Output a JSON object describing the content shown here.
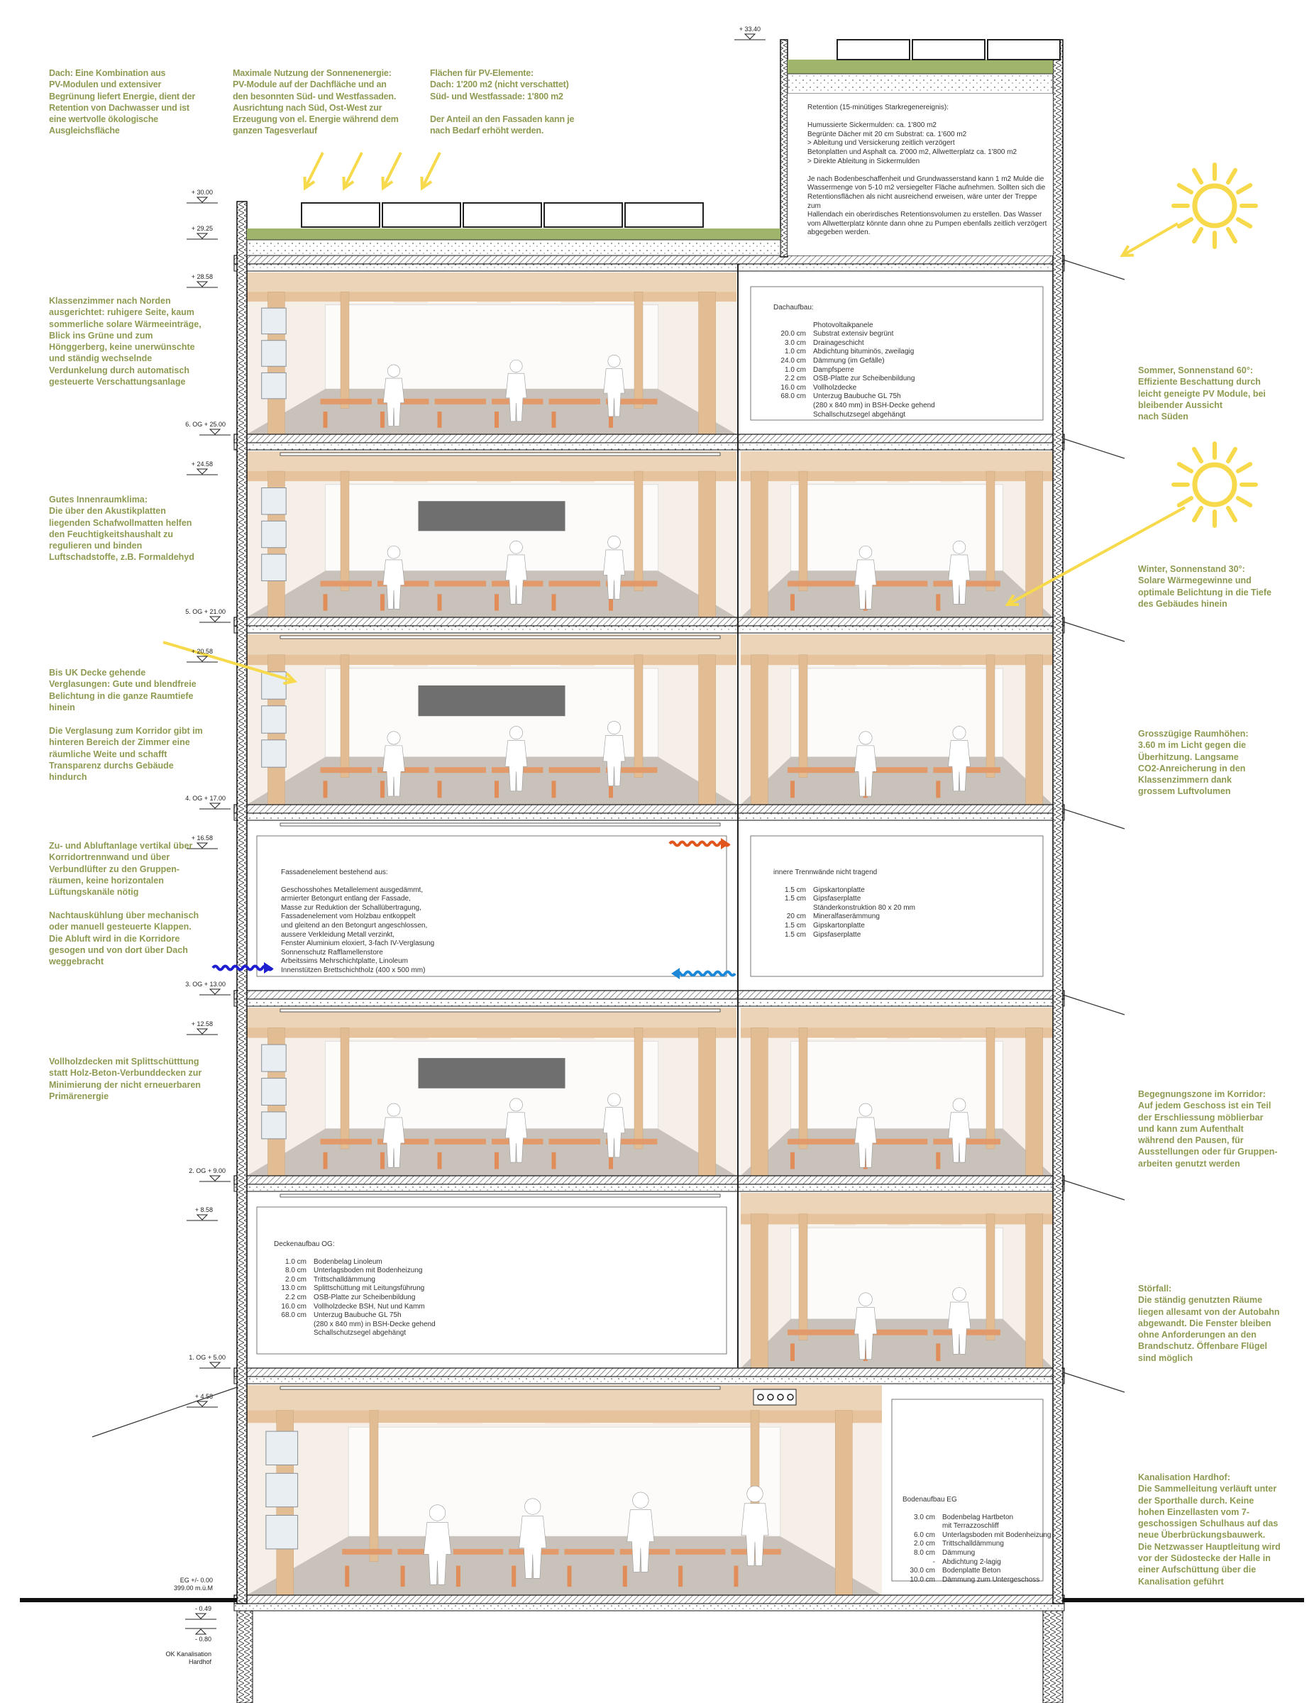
{
  "notes_top": [
    "Dach: Eine Kombination aus\nPV-Modulen und extensiver\nBegrünung liefert Energie, dient der\nRetention von Dachwasser und ist\neine wertvolle ökologische\nAusgleichsfläche",
    "Maximale Nutzung der Sonnenenergie:\nPV-Module auf der Dachfläche und an\nden besonnten Süd- und Westfassaden.\nAusrichtung nach Süd, Ost-West zur\nErzeugung von el. Energie während dem\nganzen Tagesverlauf",
    "Flächen für PV-Elemente:\nDach: 1'200 m2 (nicht verschattet)\nSüd- und Westfassade: 1'800 m2\n\nDer Anteil an den Fassaden kann je\nnach Bedarf erhöht werden."
  ],
  "notes_left": [
    "Klassenzimmer nach Norden\nausgerichtet: ruhigere Seite, kaum\nsommerliche solare Wärmeeinträge,\nBlick ins Grüne und zum\nHönggerberg, keine unerwünschte\nund ständig wechselnde\nVerdunkelung durch automatisch\ngesteuerte Verschattungsanlage",
    "Gutes Innenraumklima:\nDie über den Akustikplatten\nliegenden Schafwollmatten helfen\nden Feuchtigkeitshaushalt zu\nregulieren und binden\nLuftschadstoffe, z.B. Formaldehyd",
    "Bis UK Decke gehende\nVerglasungen: Gute und blendfreie\nBelichtung in die ganze Raumtiefe\nhinein",
    "Die Verglasung zum Korridor gibt im\nhinteren Bereich der Zimmer eine\nräumliche Weite und schafft\nTransparenz durchs Gebäude\nhindurch",
    "Zu- und Abluftanlage vertikal über\nKorridortrennwand und über\nVerbundlüfter zu den Gruppen-\nräumen, keine horizontalen\nLüftungskanäle nötig",
    "Nachtauskühlung über mechanisch\noder manuell gesteuerte Klappen.\nDie Abluft wird in die Korridore\ngesogen und von dort über Dach\nweggebracht",
    "Vollholzdecken mit Splittschütttung\nstatt Holz-Beton-Verbunddecken zur\nMinimierung der nicht erneuerbaren\nPrimärenergie"
  ],
  "notes_right": [
    "Sommer, Sonnenstand 60°:\nEffiziente Beschattung durch\nleicht geneigte PV Module, bei\nbleibender Aussicht\nnach Süden",
    "Winter, Sonnenstand 30°:\nSolare Wärmegewinne und\noptimale Belichtung in die Tiefe\ndes Gebäudes hinein",
    "Grosszügige Raumhöhen:\n3.60 m im Licht gegen die\nÜberhitzung. Langsame\nCO2-Anreicherung in den\nKlassenzimmern dank\ngrossem Luftvolumen",
    "Begegnungszone im Korridor:\nAuf jedem Geschoss ist ein Teil\nder Erschliessung möblierbar\nund kann zum Aufenthalt\nwährend den Pausen, für\nAusstellungen oder für Gruppen-\narbeiten genutzt werden",
    "Störfall:\nDie ständig genutzten Räume\nliegen allesamt von der Autobahn\nabgewandt. Die Fenster bleiben\nohne Anforderungen an den\nBrandschutz. Öffenbare Flügel\nsind möglich",
    "Kanalisation Hardhof:\nDie Sammelleitung verläuft unter\nder Sporthalle durch. Keine\nhohen Einzellasten vom 7-\ngeschossigen Schulhaus auf das\nneue Überbrückungsbauwerk.\nDie Netzwasser Hauptleitung wird\nvor der Südostecke der Halle in\neiner Aufschüttung über die\nKanalisation geführt"
  ],
  "levels": [
    "+ 33.40",
    "+ 30.00",
    "+ 29.25",
    "+ 28.58",
    "6. OG + 25.00",
    "+ 24.58",
    "5. OG + 21.00",
    "+ 20.58",
    "4. OG + 17.00",
    "+ 16.58",
    "3. OG + 13.00",
    "+ 12.58",
    "2. OG + 9.00",
    "+ 8.58",
    "1. OG + 5.00",
    "+ 4.58",
    "EG +/- 0.00\n399.00 m.ü.M",
    "- 0.49",
    "- 0.80",
    "OK Kanalisation\nHardhof"
  ],
  "retention": "Retention (15-minütiges Starkregenereignis):\n\nHumussierte Sickermulden: ca. 1'800 m2\nBegrünte Dächer mit 20 cm Substrat: ca. 1'600 m2\n> Ableitung und Versickerung zeitlich verzögert\nBetonplatten und Asphalt ca. 2'000 m2, Allwetterplatz ca. 1'800 m2\n> Direkte Ableitung in Sickermulden\n\nJe nach Bodenbeschaffenheit und Grundwasserstand kann 1 m2 Mulde die\nWassermenge von 5-10 m2 versiegelter Fläche aufnehmen. Sollten sich die\nRetentionsflächen als nicht ausreichend erweisen, wäre unter der Treppe zum\nHallendach ein oberirdisches Retentionsvolumen zu erstellen. Das Wasser\nvom Allwetterplatz könnte dann ohne zu Pumpen ebenfalls zeitlich verzögert\nabgegeben werden.",
  "dachaufbau": {
    "title": "Dachaufbau:",
    "rows": [
      [
        "",
        "Photovoltaikpanele"
      ],
      [
        "20.0 cm",
        "Substrat extensiv begrünt"
      ],
      [
        "3.0 cm",
        "Drainageschicht"
      ],
      [
        "1.0 cm",
        "Abdichtung bituminös, zweilagig"
      ],
      [
        "24.0 cm",
        "Dämmung (im Gefälle)"
      ],
      [
        "1.0 cm",
        "Dampfsperre"
      ],
      [
        "2.2 cm",
        "OSB-Platte zur Scheibenbildung"
      ],
      [
        "16.0 cm",
        "Vollholzdecke"
      ],
      [
        "68.0 cm",
        "Unterzug Baubuche GL 75h"
      ],
      [
        "",
        "(280 x 840 mm) in BSH-Decke gehend"
      ],
      [
        "",
        "Schallschutzsegel abgehängt"
      ]
    ]
  },
  "fassade": {
    "title": "Fassadenelement bestehend aus:",
    "rows": [
      [
        "",
        "Geschosshohes Metallelement ausgedämmt,"
      ],
      [
        "",
        "armierter Betongurt entlang der Fassade,"
      ],
      [
        "",
        "Masse zur Reduktion der Schallübertragung,"
      ],
      [
        "",
        "Fassadenelement vom Holzbau entkoppelt"
      ],
      [
        "",
        "und gleitend an den Betongurt angeschlossen,"
      ],
      [
        "",
        "aussere Verkleidung Metall verzinkt,"
      ],
      [
        "",
        "Fenster Aluminium eloxiert, 3-fach IV-Verglasung"
      ],
      [
        "",
        "Sonnenschutz Rafflamellenstore"
      ],
      [
        "",
        "Arbeitssims Mehrschichtplatte, Linoleum"
      ],
      [
        "",
        "Innenstützen Brettschichtholz (400 x 500 mm)"
      ]
    ]
  },
  "trennwaende": {
    "title": "innere Trennwände nicht tragend",
    "rows": [
      [
        "1.5 cm",
        "Gipskartonplatte"
      ],
      [
        "1.5 cm",
        "Gipsfaserplatte"
      ],
      [
        "",
        "Ständerkonstruktion 80 x 20 mm"
      ],
      [
        "20 cm",
        "Mineralfaserämmung"
      ],
      [
        "1.5 cm",
        "Gipskartonplatte"
      ],
      [
        "1.5 cm",
        "Gipsfaserplatte"
      ]
    ]
  },
  "deckenaufbau": {
    "title": "Deckenaufbau OG:",
    "rows": [
      [
        "1.0 cm",
        "Bodenbelag Linoleum"
      ],
      [
        "8.0 cm",
        "Unterlagsboden mit Bodenheizung"
      ],
      [
        "2.0 cm",
        "Trittschalldämmung"
      ],
      [
        "13.0 cm",
        "Splittschüttung mit Leitungsführung"
      ],
      [
        "2.2 cm",
        "OSB-Platte zur Scheibenbildung"
      ],
      [
        "16.0 cm",
        "Vollholzdecke BSH, Nut und Kamm"
      ],
      [
        "68.0 cm",
        "Unterzug Baubuche GL 75h"
      ],
      [
        "",
        "(280 x 840 mm) in BSH-Decke gehend"
      ],
      [
        "",
        "Schallschutzsegel abgehängt"
      ]
    ]
  },
  "bodenaufbau": {
    "title": "Bodenaufbau EG",
    "rows": [
      [
        "3.0 cm",
        "Bodenbelag Hartbeton"
      ],
      [
        "",
        "mit Terrazzoschliff"
      ],
      [
        "6.0 cm",
        "Unterlagsboden mit Bodenheizung"
      ],
      [
        "2.0 cm",
        "Trittschalldämmung"
      ],
      [
        "8.0 cm",
        "Dämmung"
      ],
      [
        "-",
        "Abdichtung 2-lagig"
      ],
      [
        "30.0 cm",
        "Bodenplatte Beton"
      ],
      [
        "10.0 cm",
        "Dämmung zum Untergeschoss"
      ]
    ]
  },
  "colors": {
    "note": "#8d9b52",
    "sun": "#f7d94c",
    "supply_air": "#1f1fd0",
    "cool_air": "#1e88d8",
    "warm_air": "#e0561c",
    "wood": "#e6c39d"
  }
}
